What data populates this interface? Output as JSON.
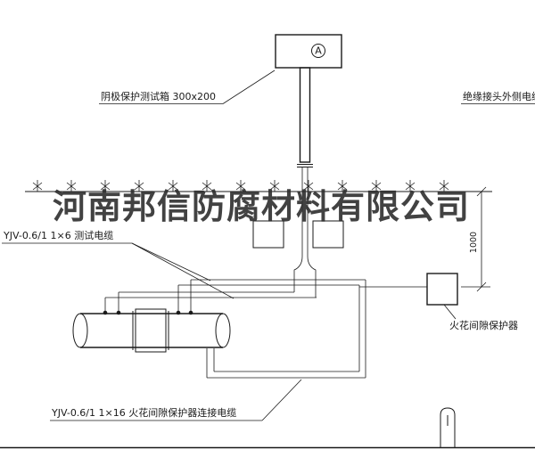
{
  "colors": {
    "line": "#1a1a1a",
    "watermark": "#2e2e2e",
    "background": "#ffffff"
  },
  "watermark": {
    "text": "河南邦信防腐材料有限公司"
  },
  "labels": {
    "test_box": "阴极保护测试箱 300x200",
    "insulated_joint_cable": "绝缘接头外侧电缆",
    "test_cable": "YJV-0.6/1 1×6  测试电缆",
    "spark_gap_protector": "火花间隙保护器",
    "spark_gap_cable": "YJV-0.6/1  1×16  火花间隙保护器连接电缆",
    "dimension_1000": "1000",
    "ammeter": "A"
  }
}
